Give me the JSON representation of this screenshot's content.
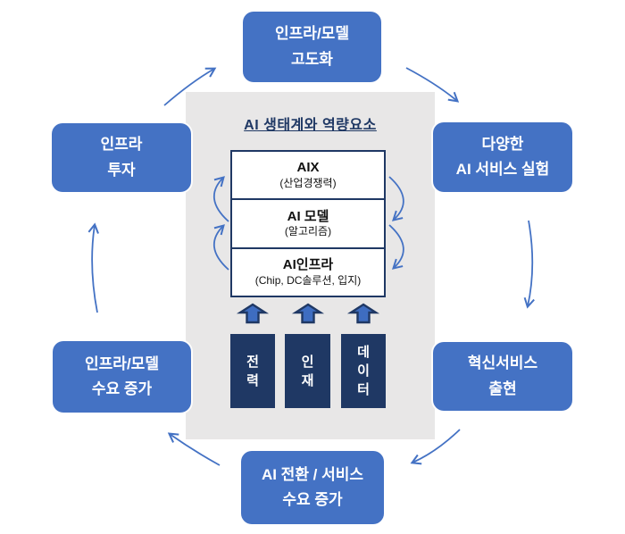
{
  "colors": {
    "accent_blue": "#4472c4",
    "dark_navy": "#1f3864",
    "panel_gray": "#e8e7e7",
    "block_arrow_fill": "#3e6dc1"
  },
  "panel": {
    "title": "AI 생태계와 역량요소",
    "layers": [
      {
        "title": "AIX",
        "subtitle": "(산업경쟁력)"
      },
      {
        "title": "AI 모델",
        "subtitle": "(알고리즘)"
      },
      {
        "title": "AI인프라",
        "subtitle": "(Chip, DC솔루션, 입지)"
      }
    ],
    "resources": [
      "전력",
      "인재",
      "데이터"
    ]
  },
  "cycle": {
    "top": {
      "lines": [
        "인프라/모델",
        "고도화"
      ]
    },
    "right_top": {
      "lines": [
        "다양한",
        "AI 서비스 실험"
      ]
    },
    "right_bottom": {
      "lines": [
        "혁신서비스",
        "출현"
      ]
    },
    "bottom": {
      "lines": [
        "AI 전환 / 서비스",
        "수요 증가"
      ]
    },
    "left_bottom": {
      "lines": [
        "인프라/모델",
        "수요 증가"
      ]
    },
    "left_top": {
      "lines": [
        "인프라",
        "투자"
      ]
    }
  }
}
